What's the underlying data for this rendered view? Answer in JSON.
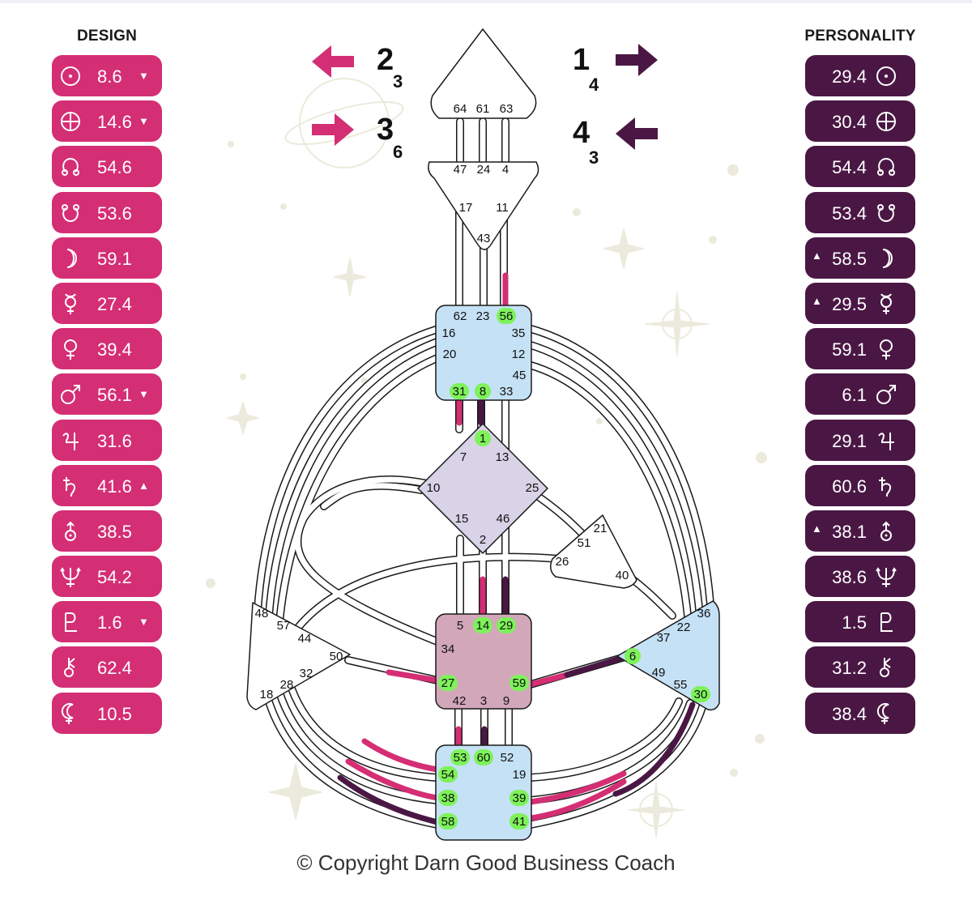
{
  "design": {
    "title": "DESIGN",
    "rows": [
      {
        "planet": "sun",
        "value": "8.6",
        "arrow": "▼"
      },
      {
        "planet": "earth",
        "value": "14.6",
        "arrow": "▼"
      },
      {
        "planet": "north-node",
        "value": "54.6",
        "arrow": ""
      },
      {
        "planet": "south-node",
        "value": "53.6",
        "arrow": ""
      },
      {
        "planet": "moon",
        "value": "59.1",
        "arrow": ""
      },
      {
        "planet": "mercury",
        "value": "27.4",
        "arrow": ""
      },
      {
        "planet": "venus",
        "value": "39.4",
        "arrow": ""
      },
      {
        "planet": "mars",
        "value": "56.1",
        "arrow": "▼"
      },
      {
        "planet": "jupiter",
        "value": "31.6",
        "arrow": ""
      },
      {
        "planet": "saturn",
        "value": "41.6",
        "arrow": "▲"
      },
      {
        "planet": "uranus",
        "value": "38.5",
        "arrow": ""
      },
      {
        "planet": "neptune",
        "value": "54.2",
        "arrow": ""
      },
      {
        "planet": "pluto",
        "value": "1.6",
        "arrow": "▼"
      },
      {
        "planet": "chiron",
        "value": "62.4",
        "arrow": ""
      },
      {
        "planet": "lilith",
        "value": "10.5",
        "arrow": ""
      }
    ]
  },
  "personality": {
    "title": "PERSONALITY",
    "rows": [
      {
        "planet": "sun",
        "value": "29.4",
        "arrow": ""
      },
      {
        "planet": "earth",
        "value": "30.4",
        "arrow": ""
      },
      {
        "planet": "north-node",
        "value": "54.4",
        "arrow": ""
      },
      {
        "planet": "south-node",
        "value": "53.4",
        "arrow": ""
      },
      {
        "planet": "moon",
        "value": "58.5",
        "arrow": "▲"
      },
      {
        "planet": "mercury",
        "value": "29.5",
        "arrow": "▲"
      },
      {
        "planet": "venus",
        "value": "59.1",
        "arrow": ""
      },
      {
        "planet": "mars",
        "value": "6.1",
        "arrow": ""
      },
      {
        "planet": "jupiter",
        "value": "29.1",
        "arrow": ""
      },
      {
        "planet": "saturn",
        "value": "60.6",
        "arrow": ""
      },
      {
        "planet": "uranus",
        "value": "38.1",
        "arrow": "▲"
      },
      {
        "planet": "neptune",
        "value": "38.6",
        "arrow": ""
      },
      {
        "planet": "pluto",
        "value": "1.5",
        "arrow": ""
      },
      {
        "planet": "chiron",
        "value": "31.2",
        "arrow": ""
      },
      {
        "planet": "lilith",
        "value": "38.4",
        "arrow": ""
      }
    ]
  },
  "variables": {
    "top_left": {
      "main": "2",
      "sub": "3",
      "arrow": "left",
      "color": "#d42e74"
    },
    "bottom_left": {
      "main": "3",
      "sub": "6",
      "arrow": "right",
      "color": "#d42e74"
    },
    "top_right": {
      "main": "1",
      "sub": "4",
      "arrow": "right",
      "color": "#4a1744"
    },
    "bottom_right": {
      "main": "4",
      "sub": "3",
      "arrow": "left",
      "color": "#4a1744"
    }
  },
  "colors": {
    "design": "#d42e74",
    "personality": "#4a1744",
    "defined_center_blue": "#c5e1f5",
    "g_center": "#d8d3e6",
    "sacral": "#d2a7b9",
    "active_gate": "#7ef25a"
  },
  "centers": {
    "head": {
      "gates": [
        "64",
        "61",
        "63"
      ]
    },
    "ajna": {
      "gates": [
        "47",
        "24",
        "4",
        "17",
        "11",
        "43"
      ]
    },
    "throat": {
      "gates": [
        "62",
        "23",
        "56",
        "16",
        "35",
        "20",
        "12",
        "45",
        "31",
        "8",
        "33"
      ],
      "active": [
        "56",
        "31",
        "8"
      ]
    },
    "g": {
      "gates": [
        "1",
        "7",
        "13",
        "10",
        "25",
        "15",
        "46",
        "2"
      ],
      "active": [
        "1"
      ]
    },
    "heart": {
      "gates": [
        "21",
        "51",
        "26",
        "40"
      ]
    },
    "spleen": {
      "gates": [
        "48",
        "57",
        "44",
        "50",
        "32",
        "28",
        "18"
      ]
    },
    "sacral": {
      "gates": [
        "5",
        "14",
        "29",
        "34",
        "27",
        "59",
        "42",
        "3",
        "9"
      ],
      "active": [
        "14",
        "29",
        "27",
        "59"
      ]
    },
    "solar_plexus": {
      "gates": [
        "36",
        "22",
        "37",
        "6",
        "49",
        "55",
        "30"
      ],
      "active": [
        "6",
        "30"
      ]
    },
    "root": {
      "gates": [
        "53",
        "60",
        "52",
        "54",
        "19",
        "38",
        "39",
        "58",
        "41"
      ],
      "active": [
        "53",
        "60",
        "54",
        "38",
        "39",
        "58",
        "41"
      ]
    }
  },
  "copyright": "© Copyright Darn Good Business Coach"
}
